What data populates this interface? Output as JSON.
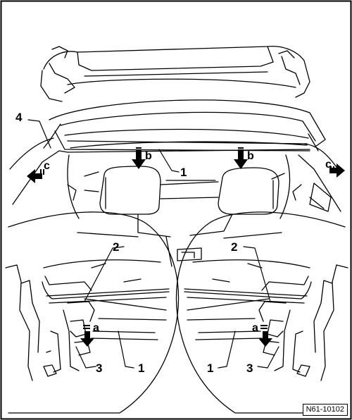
{
  "figure": {
    "code": "N61-10102",
    "callouts": {
      "n1": "1",
      "n2": "2",
      "n3": "3",
      "n4": "4"
    },
    "directions": {
      "a": "a",
      "b": "b",
      "c": "c"
    }
  },
  "colors": {
    "line": "#000000",
    "background": "#ffffff"
  }
}
